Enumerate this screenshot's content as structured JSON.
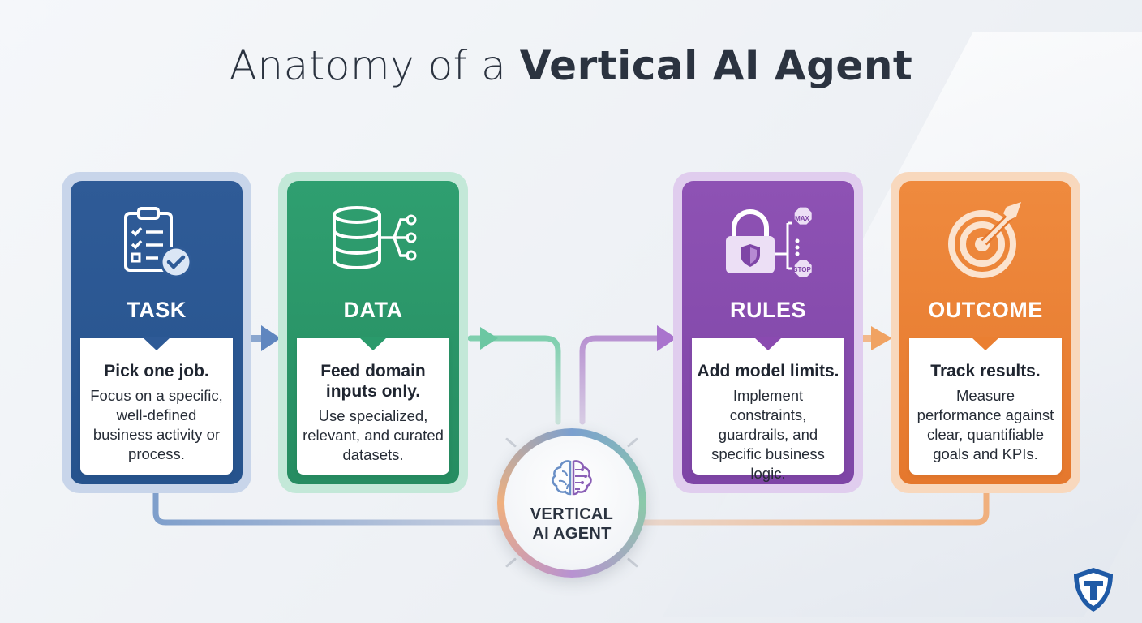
{
  "title": {
    "light": "Anatomy of a ",
    "bold": "Vertical AI Agent"
  },
  "cards": [
    {
      "label": "TASK",
      "icon": "clipboard-checklist-icon",
      "heading": "Pick one job.",
      "text": "Focus on a specific, well-defined business activity or process.",
      "color": "#2e5a96"
    },
    {
      "label": "DATA",
      "icon": "database-network-icon",
      "heading": "Feed domain inputs only.",
      "text": "Use specialized, relevant, and curated datasets.",
      "color": "#2a9a6b"
    },
    {
      "label": "RULES",
      "icon": "lock-shield-stop-icon",
      "heading": "Add model limits.",
      "text": "Implement constraints, guardrails, and specific business logic.",
      "color": "#8a4ab0",
      "signs": {
        "top": "MAX",
        "bottom": "STOP"
      }
    },
    {
      "label": "OUTCOME",
      "icon": "target-arrow-icon",
      "heading": "Track results.",
      "text": "Measure performance against clear, quantifiable goals and KPIs.",
      "color": "#ea7f32"
    }
  ],
  "hub": {
    "line1": "VERTICAL",
    "line2": "AI AGENT",
    "icon": "brain-circuit-icon"
  },
  "logo": {
    "icon": "shield-logo-icon"
  }
}
